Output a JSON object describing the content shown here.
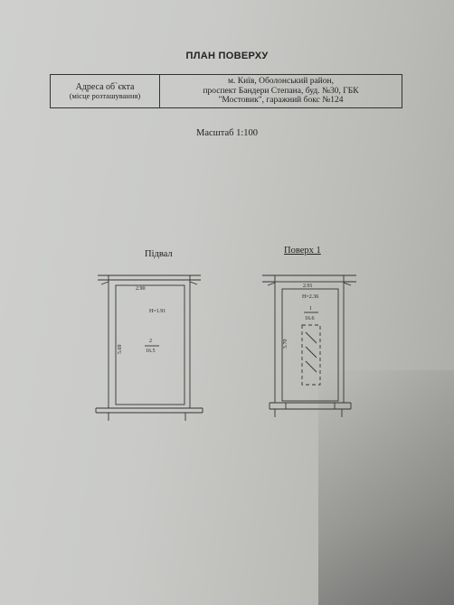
{
  "document": {
    "title": "ПЛАН ПОВЕРХУ",
    "address_label": "Адреса об`єкта",
    "address_sublabel": "(місце розташування)",
    "address_lines": [
      "м. Київ, Оболонський район,",
      "проспект Бандери Степана, буд. №30, ГБК",
      "\"Мостовик\", гаражний бокс №124"
    ],
    "scale": "Масштаб 1:100"
  },
  "plans": {
    "basement": {
      "label": "Підвал",
      "width_dim": "2.90",
      "length_dim": "5.69",
      "height": "H=1.91",
      "room_number": "2",
      "room_area": "16.5"
    },
    "floor1": {
      "label": "Поверх 1",
      "width_dim": "2.91",
      "length_dim": "5.70",
      "height": "H=2.36",
      "room_number": "1",
      "room_area": "16.6"
    }
  }
}
